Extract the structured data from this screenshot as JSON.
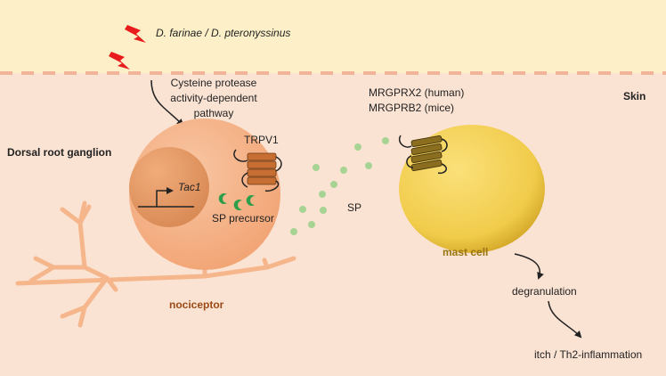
{
  "labels": {
    "mites": "D. farinae / D. pteronyssinus",
    "pathway_line1": "Cysteine protease",
    "pathway_line2": "activity-dependent",
    "pathway_line3": "pathway",
    "skin": "Skin",
    "drg": "Dorsal root ganglion",
    "trpv1": "TRPV1",
    "tac1": "Tac1",
    "sp_precursor": "SP precursor",
    "sp": "SP",
    "receptor_human": "MRGPRX2 (human)",
    "receptor_mice": "MRGPRB2 (mice)",
    "mast_cell": "mast cell",
    "nociceptor": "nociceptor",
    "degranulation": "degranulation",
    "outcome": "itch / Th2-inflammation"
  },
  "colors": {
    "outer_layer": "#fdf0c8",
    "skin": "#fbe3d3",
    "neuron": "#f6b68c",
    "nucleus": "#e29a66",
    "axon": "#f6b68c",
    "trpv1": "#c76f33",
    "receptor": "#8a6d1e",
    "mast_cell": "#f2cf4c",
    "sp_dots": "#a7d493",
    "sp_precursor": "#2e9e4b",
    "lightning": "#e81c1c",
    "nociceptor_text": "#9a4a15",
    "mast_text": "#9a7410"
  },
  "icons": [
    "lightning-bolt-icon",
    "transcription-arrow-icon"
  ]
}
